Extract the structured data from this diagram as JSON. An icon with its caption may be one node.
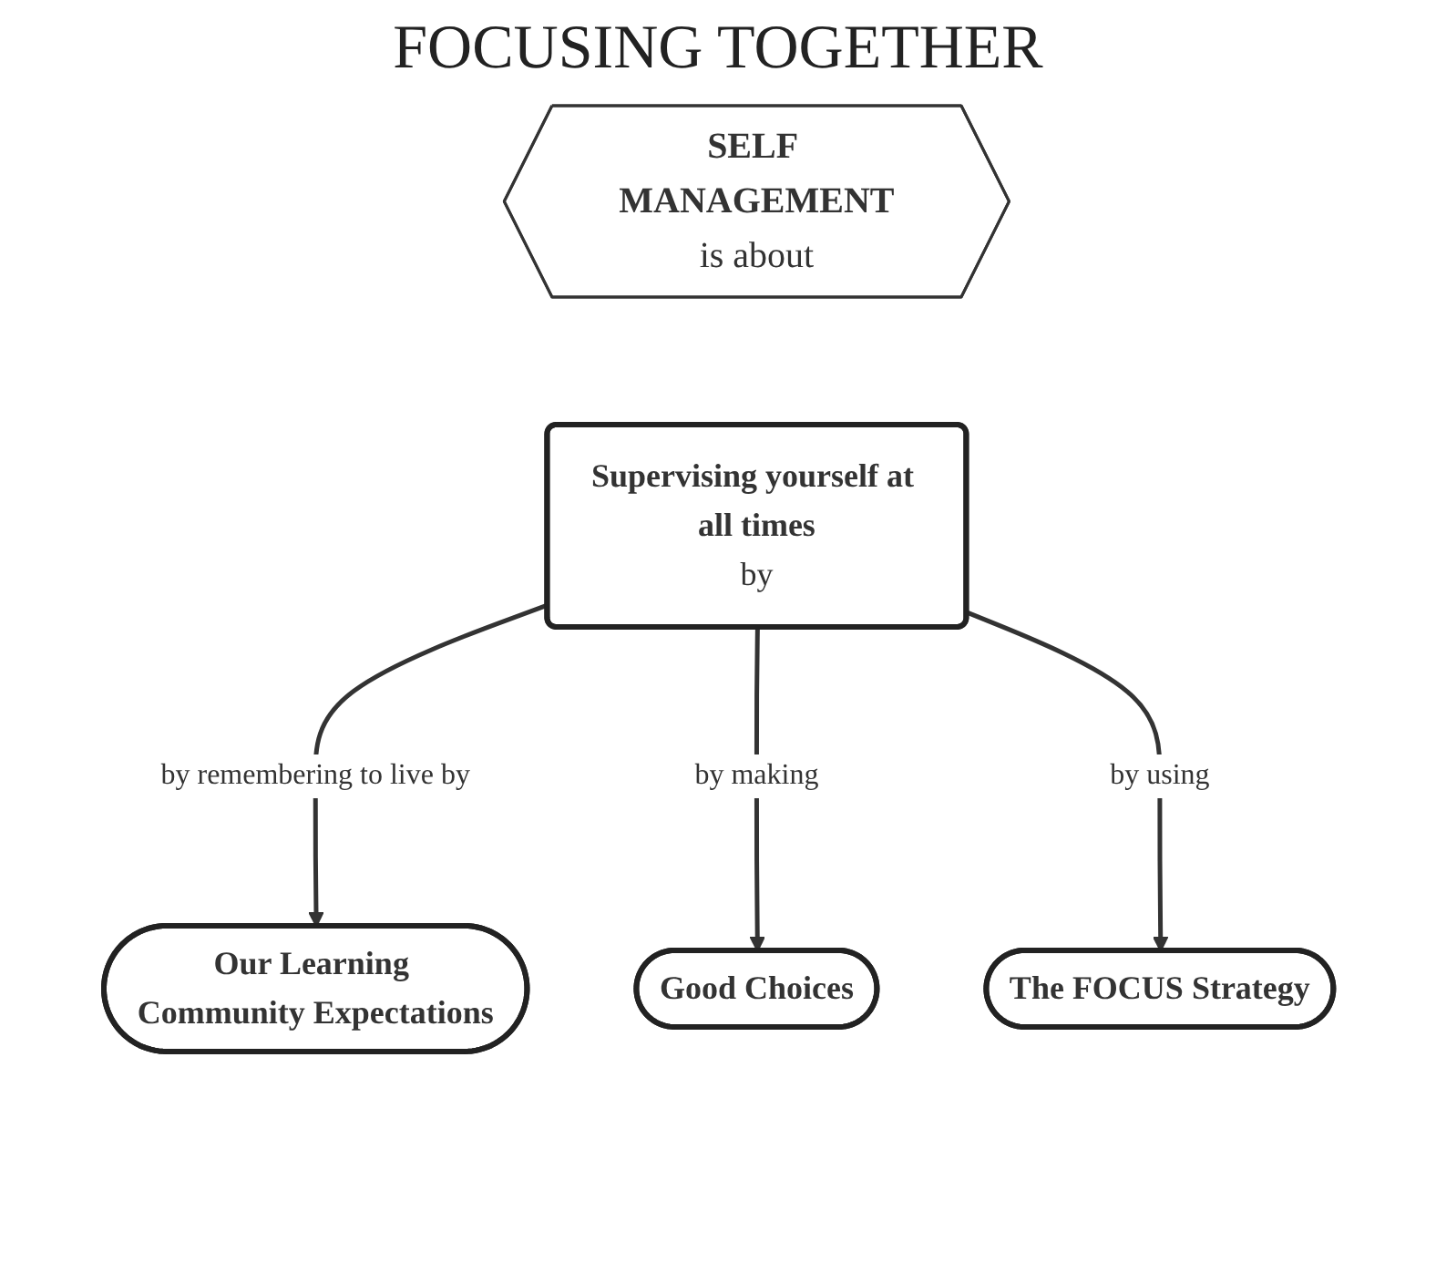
{
  "diagram": {
    "title": "FOCUSING TOGETHER",
    "nodes": [
      {
        "text": [
          "SELF MANAGEMENT",
          "is about"
        ]
      },
      {
        "text": [
          "Supervising yourself at all times",
          "by"
        ]
      },
      {
        "text": [
          "Our Learning Community Expectations"
        ]
      },
      {
        "text": [
          "Good Choices"
        ]
      },
      {
        "text": [
          "The FOCUS Strategy"
        ]
      }
    ],
    "edges": [
      {
        "from": 1,
        "to": 2,
        "arrow": "to",
        "label": "by remembering to live by"
      },
      {
        "from": 1,
        "to": 3,
        "arrow": "to",
        "label": "by making"
      },
      {
        "from": 1,
        "to": 4,
        "arrow": "to",
        "label": "by using"
      }
    ]
  }
}
